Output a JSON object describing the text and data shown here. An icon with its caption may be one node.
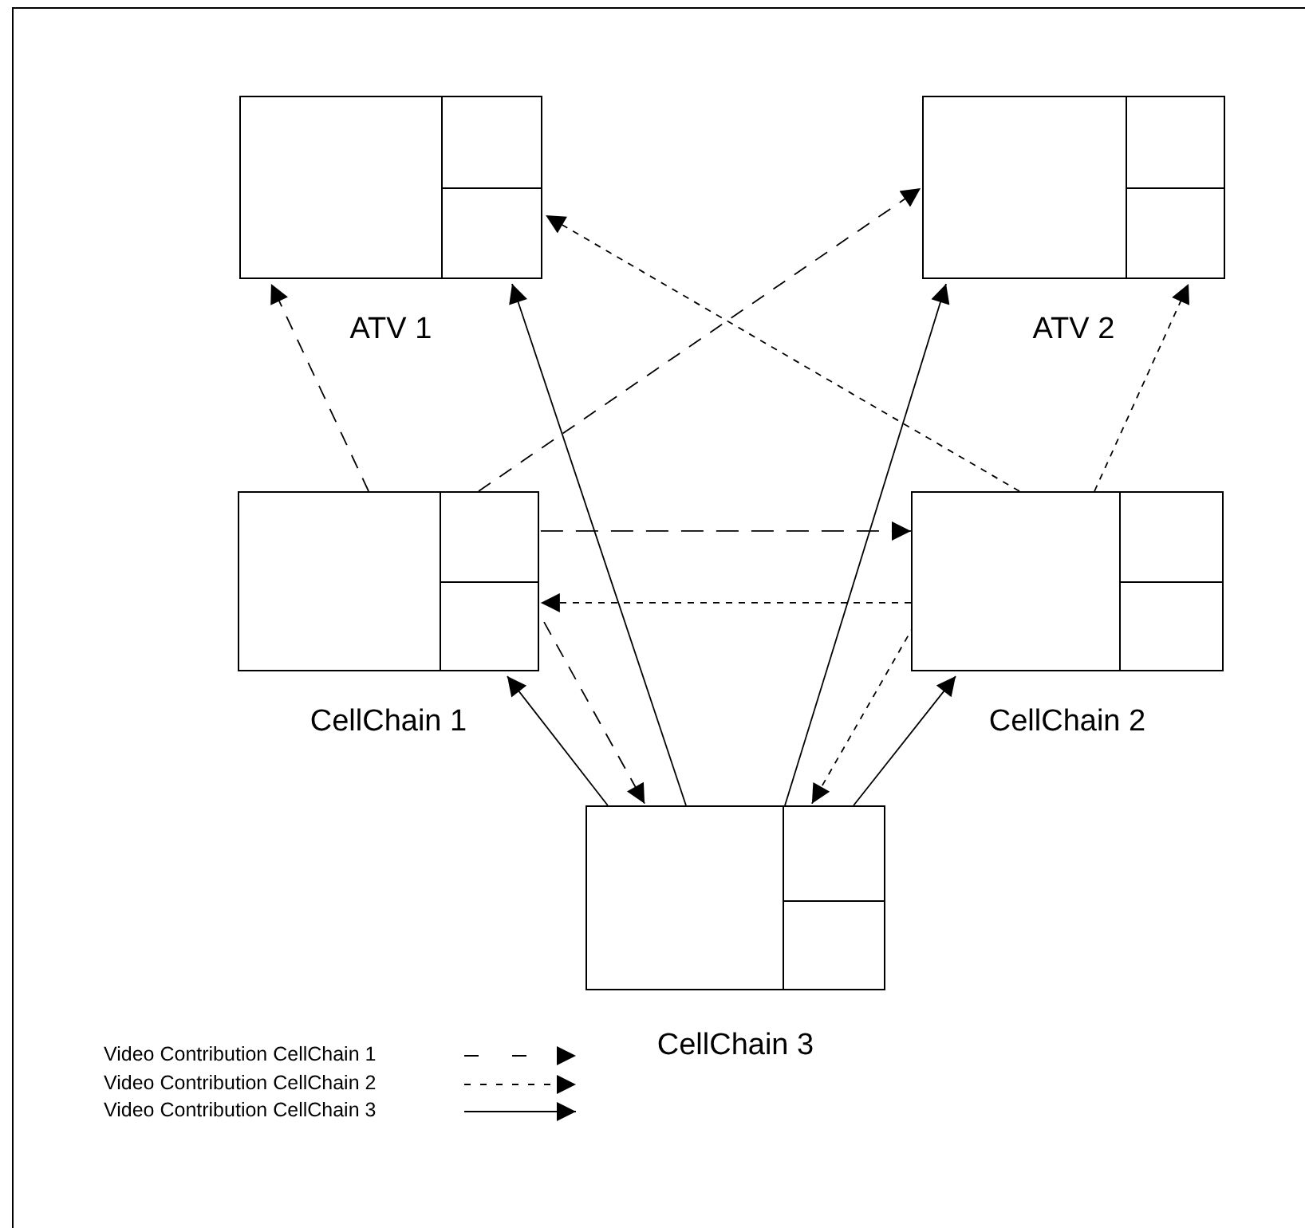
{
  "diagram": {
    "nodes": [
      {
        "text": [
          "ATV 1"
        ]
      },
      {
        "text": [
          "ATV 2"
        ]
      },
      {
        "text": [
          "CellChain 1"
        ]
      },
      {
        "text": [
          "CellChain 2"
        ]
      },
      {
        "text": [
          "CellChain 3"
        ]
      }
    ],
    "edges": [
      {
        "from": 2,
        "to": 0,
        "arrow": "to",
        "style": "dashed"
      },
      {
        "from": 2,
        "to": 1,
        "arrow": "to",
        "style": "dashed"
      },
      {
        "from": 2,
        "to": 3,
        "arrow": "to",
        "style": "dashed"
      },
      {
        "from": 2,
        "to": 4,
        "arrow": "to",
        "style": "dashed"
      },
      {
        "from": 3,
        "to": 0,
        "arrow": "to",
        "style": "dashed"
      },
      {
        "from": 3,
        "to": 1,
        "arrow": "to",
        "style": "dashed"
      },
      {
        "from": 3,
        "to": 2,
        "arrow": "to",
        "style": "dashed"
      },
      {
        "from": 3,
        "to": 4,
        "arrow": "to",
        "style": "dashed"
      },
      {
        "from": 4,
        "to": 0,
        "arrow": "to"
      },
      {
        "from": 4,
        "to": 1,
        "arrow": "to"
      },
      {
        "from": 4,
        "to": 2,
        "arrow": "to"
      },
      {
        "from": 4,
        "to": 3,
        "arrow": "to"
      }
    ],
    "legend": [
      {
        "text": "Video Contribution CellChain 1"
      },
      {
        "text": "Video Contribution CellChain 2"
      },
      {
        "text": "Video Contribution CellChain 3"
      }
    ]
  }
}
